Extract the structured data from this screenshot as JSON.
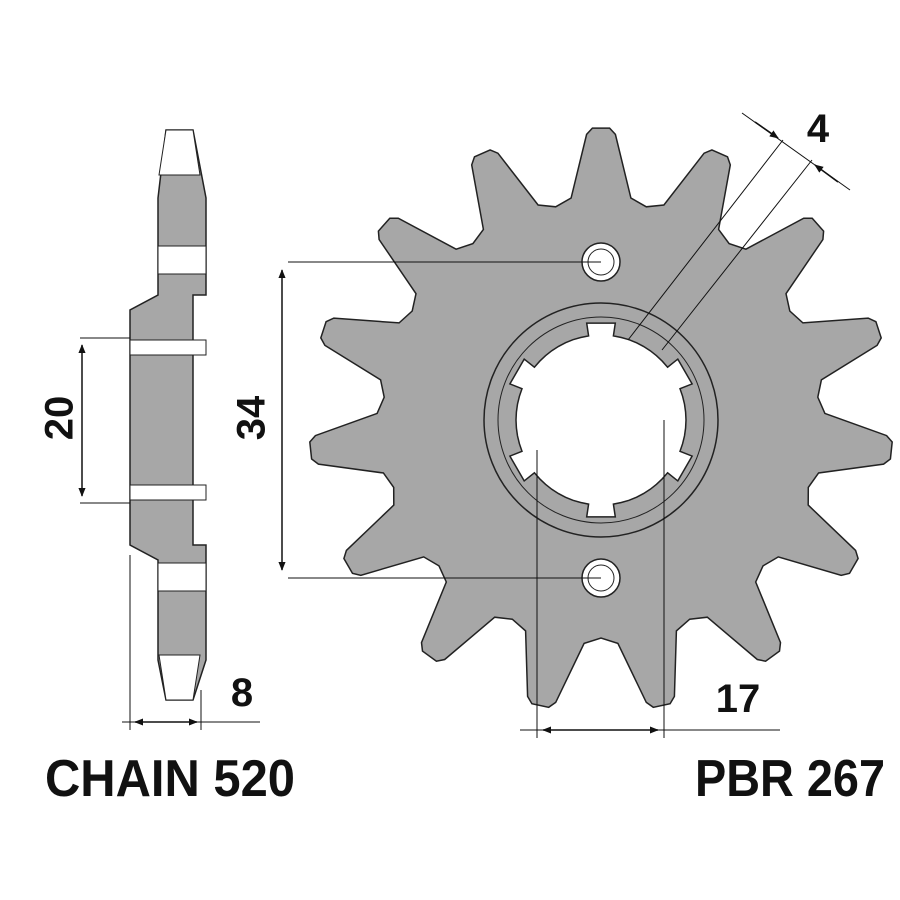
{
  "drawing": {
    "chain_label": "CHAIN 520",
    "part_label": "PBR 267",
    "teeth_count": 15
  },
  "dimensions": {
    "hub_diameter": "20",
    "bolt_spacing": "34",
    "tooth_width": "4",
    "body_thickness": "8",
    "spline_width": "17"
  },
  "colors": {
    "part_fill": "#a7a7a7",
    "outline": "#222222",
    "dimension_line": "#111111",
    "background": "#ffffff"
  }
}
